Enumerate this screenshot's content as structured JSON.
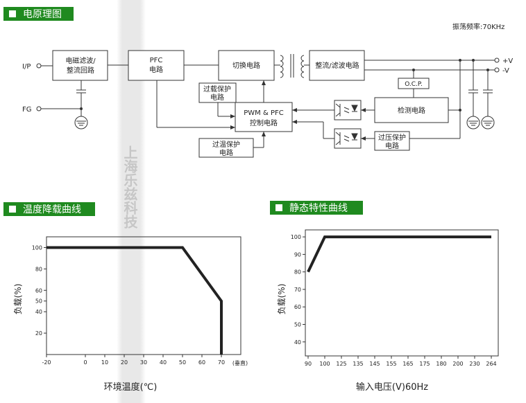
{
  "header_block_diagram": "电原理图",
  "osc_freq": "振荡频率:70KHz",
  "block": {
    "emi": [
      "电磁滤波/",
      "整流回路"
    ],
    "pfc": [
      "PFC",
      "电路"
    ],
    "switch": "切换电路",
    "rect": "整流/滤波电路",
    "ocp": "O.C.P.",
    "detect": "检测电路",
    "olp": [
      "过载保护",
      "电路"
    ],
    "pwm": [
      "PWM & PFC",
      "控制电路"
    ],
    "otp": [
      "过温保护",
      "电路"
    ],
    "ovp": [
      "过压保护",
      "电路"
    ]
  },
  "terminal": {
    "ip": "I/P",
    "fg": "FG",
    "pos": "+V",
    "neg": "-V"
  },
  "header_derating": "温度降载曲线",
  "header_static": "静态特性曲线",
  "watermark": "上海乐兹科技",
  "chart_data": [
    {
      "type": "line",
      "title": "温度降载曲线",
      "xlabel": "环境温度(℃)",
      "ylabel": "负载(%)",
      "x_ticks": [
        "-20",
        "0",
        "10",
        "20",
        "30",
        "40",
        "50",
        "60",
        "70"
      ],
      "x_note": "(垂直)",
      "y_ticks": [
        "20",
        "40",
        "50",
        "60",
        "80",
        "100"
      ],
      "series": [
        {
          "x": [
            -20,
            50,
            70,
            70
          ],
          "y": [
            100,
            100,
            50,
            0
          ]
        }
      ]
    },
    {
      "type": "line",
      "title": "静态特性曲线",
      "xlabel": "输入电压(V)60Hz",
      "ylabel": "负载(%)",
      "x_ticks": [
        "90",
        "100",
        "125",
        "135",
        "145",
        "155",
        "165",
        "175",
        "180",
        "200",
        "230",
        "264"
      ],
      "y_ticks": [
        "40",
        "50",
        "60",
        "70",
        "80",
        "90",
        "100"
      ],
      "series": [
        {
          "x": [
            "90",
            "100",
            "264"
          ],
          "y": [
            80,
            100,
            100
          ]
        }
      ]
    }
  ],
  "colors": {
    "header_bg": "#1f8a1f",
    "line": "#333333"
  }
}
